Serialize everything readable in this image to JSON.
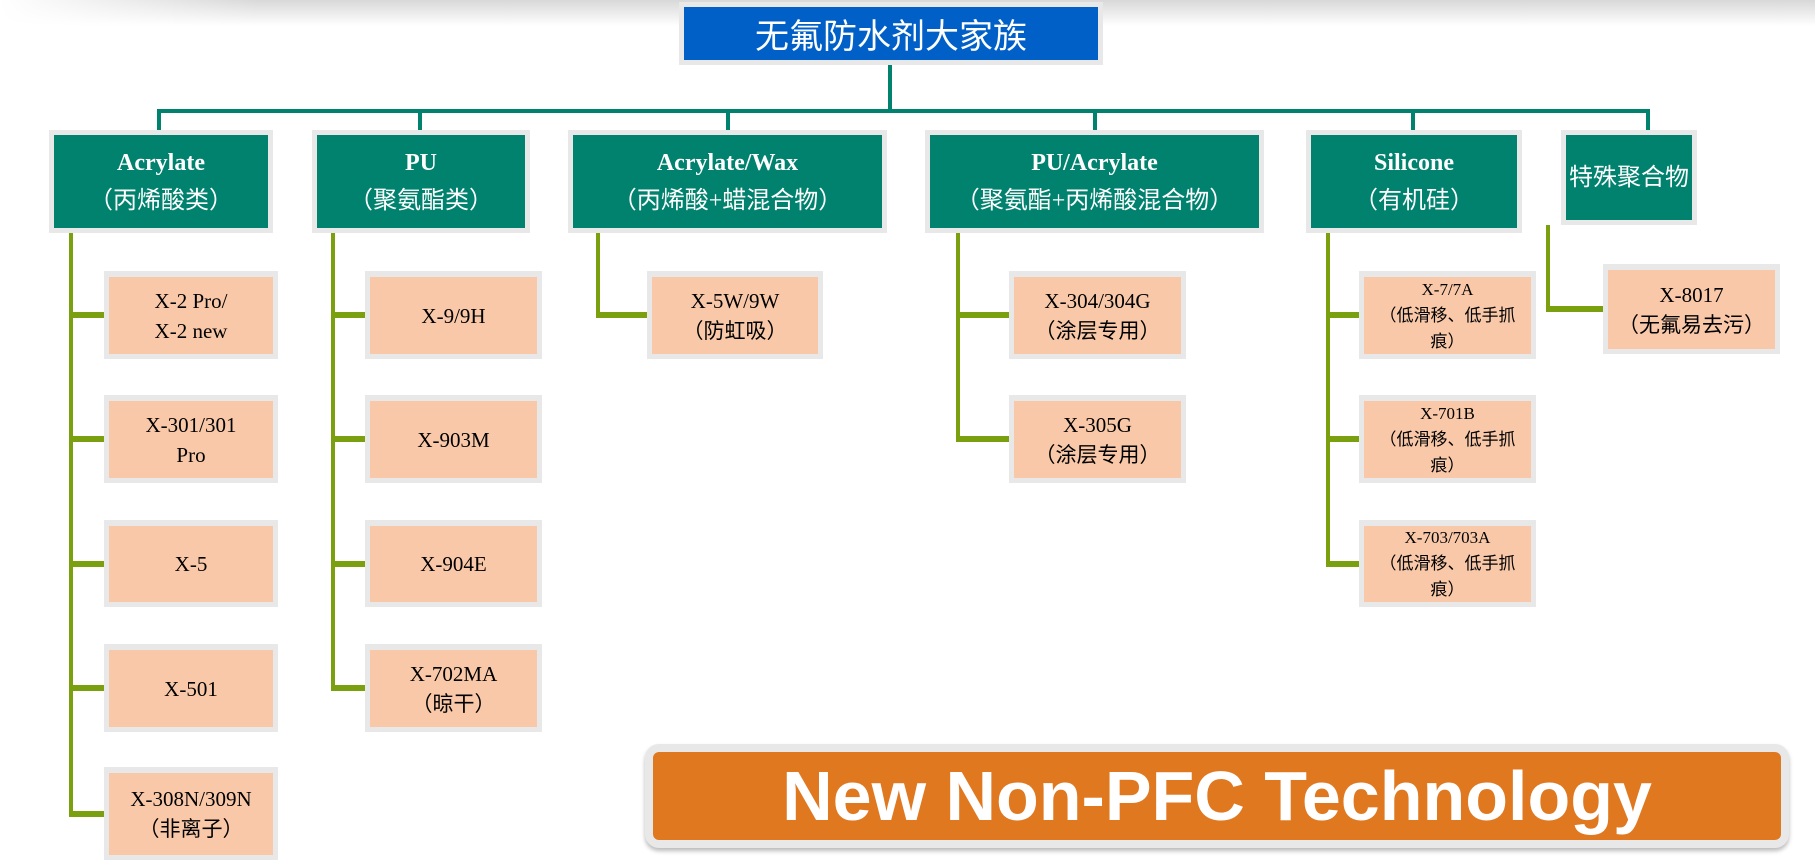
{
  "title": "无氟防水剂大家族",
  "categories": [
    {
      "en": "Acrylate",
      "zh": "（丙烯酸类）",
      "items": [
        {
          "lines": [
            "X-2 Pro/",
            "X-2 new"
          ]
        },
        {
          "lines": [
            "X-301/301",
            "Pro"
          ]
        },
        {
          "lines": [
            "X-5"
          ]
        },
        {
          "lines": [
            "X-501"
          ]
        },
        {
          "lines": [
            "X-308N/309N",
            "（非离子）"
          ]
        }
      ]
    },
    {
      "en": "PU",
      "zh": "（聚氨酯类）",
      "items": [
        {
          "lines": [
            "X-9/9H"
          ]
        },
        {
          "lines": [
            "X-903M"
          ]
        },
        {
          "lines": [
            "X-904E"
          ]
        },
        {
          "lines": [
            "X-702MA",
            "（晾干）"
          ]
        }
      ]
    },
    {
      "en": "Acrylate/Wax",
      "zh": "（丙烯酸+蜡混合物）",
      "items": [
        {
          "lines": [
            "X-5W/9W",
            "（防虹吸）"
          ]
        }
      ]
    },
    {
      "en": "PU/Acrylate",
      "zh": "（聚氨酯+丙烯酸混合物）",
      "items": [
        {
          "lines": [
            "X-304/304G",
            "（涂层专用）"
          ]
        },
        {
          "lines": [
            "X-305G",
            "（涂层专用）"
          ]
        }
      ]
    },
    {
      "en": "Silicone",
      "zh": "（有机硅）",
      "items": [
        {
          "lines": [
            "X-7/7A",
            "（低滑移、低手抓",
            "痕）"
          ]
        },
        {
          "lines": [
            "X-701B",
            "（低滑移、低手抓",
            "痕）"
          ]
        },
        {
          "lines": [
            "X-703/703A",
            "（低滑移、低手抓",
            "痕）"
          ]
        }
      ]
    },
    {
      "en": "",
      "zh": "特殊聚合物",
      "items": [
        {
          "lines": [
            "X-8017",
            "（无氟易去污）"
          ]
        }
      ]
    }
  ],
  "banner": "New Non-PFC Technology",
  "colors": {
    "title": "#0060c8",
    "category": "#00826e",
    "item": "#f8c8a8",
    "branch": "#7aa010",
    "banner": "#e07820"
  }
}
